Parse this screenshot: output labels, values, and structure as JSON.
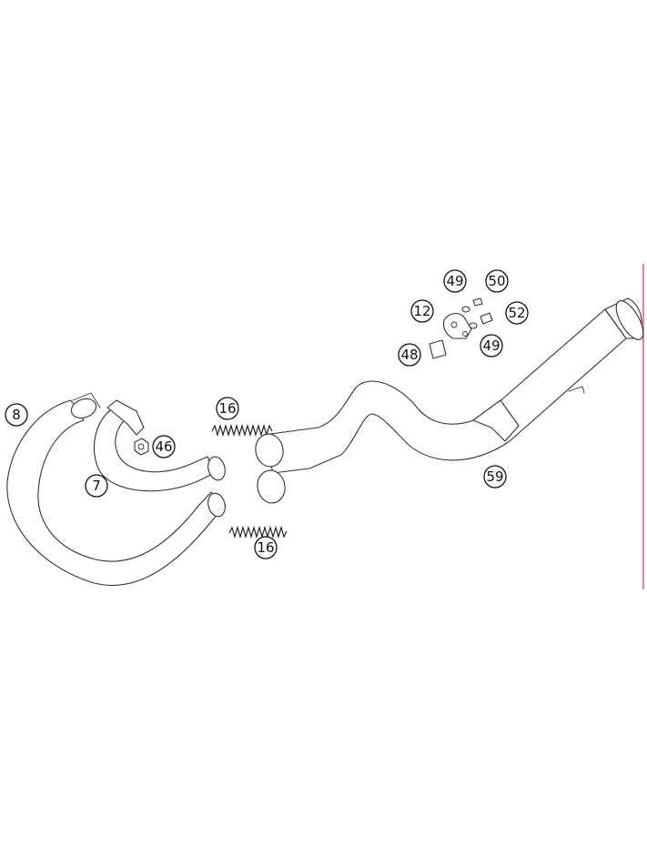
{
  "diagram": {
    "edge_color": "#e8305a",
    "callouts": [
      {
        "id": "c-8",
        "label": "8"
      },
      {
        "id": "c-7",
        "label": "7"
      },
      {
        "id": "c-46",
        "label": "46"
      },
      {
        "id": "c-16-top",
        "label": "16"
      },
      {
        "id": "c-16-bottom",
        "label": "16"
      },
      {
        "id": "c-59",
        "label": "59"
      },
      {
        "id": "c-48",
        "label": "48"
      },
      {
        "id": "c-12",
        "label": "12"
      },
      {
        "id": "c-49-top",
        "label": "49"
      },
      {
        "id": "c-50",
        "label": "50"
      },
      {
        "id": "c-52",
        "label": "52"
      },
      {
        "id": "c-49-bottom",
        "label": "49"
      }
    ]
  }
}
